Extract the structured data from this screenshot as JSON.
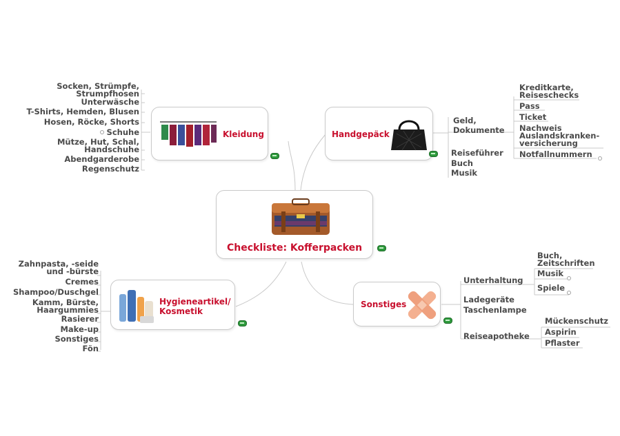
{
  "center": {
    "title": "Checkliste: Kofferpacken"
  },
  "branches": {
    "kleidung": {
      "title": "Kleidung",
      "items": [
        "Socken, Strümpfe,|Strumpfhosen",
        "Unterwäsche",
        "T-Shirts, Hemden, Blusen",
        "Hosen, Röcke, Shorts",
        "Schuhe",
        "Mütze, Hut, Schal,|Handschuhe",
        "Abendgarderobe",
        "Regenschutz"
      ]
    },
    "handgepaeck": {
      "title": "Handgepäck",
      "groups": {
        "geld": {
          "label": "Geld,|Dokumente",
          "items": [
            "Kreditkarte,|Reiseschecks",
            "Pass",
            "Ticket",
            "Nachweis|Auslandskranken-|versicherung",
            "Notfallnummern"
          ]
        },
        "reisefuehrer": "Reiseführer",
        "buch": "Buch",
        "musik": "Musik"
      }
    },
    "hygiene": {
      "title": "Hygieneartikel/|Kosmetik",
      "items": [
        "Zahnpasta, -seide|und -bürste",
        "Cremes",
        "Shampoo/Duschgel",
        "Kamm, Bürste,|Haargummies",
        "Rasierer",
        "Make-up",
        "Sonstiges",
        "Fön"
      ]
    },
    "sonstiges": {
      "title": "Sonstiges",
      "unterhaltung": {
        "label": "Unterhaltung",
        "items": [
          "Buch,|Zeitschriften",
          "Musik",
          "Spiele"
        ]
      },
      "ladegeraete": "Ladegeräte",
      "taschenlampe": "Taschenlampe",
      "reiseapotheke": {
        "label": "Reiseapotheke",
        "items": [
          "Mückenschutz",
          "Aspirin",
          "Pflaster"
        ]
      }
    }
  },
  "colors": {
    "accent": "#c8102e",
    "text": "#4a4a4a",
    "line": "#c9c9c9",
    "badge": "#2e9a3c"
  },
  "icons": [
    "clothes-rack-icon",
    "handbag-icon",
    "suitcase-icon",
    "toiletries-icon",
    "bandage-icon",
    "notes-badge-icon",
    "expand-icon"
  ]
}
